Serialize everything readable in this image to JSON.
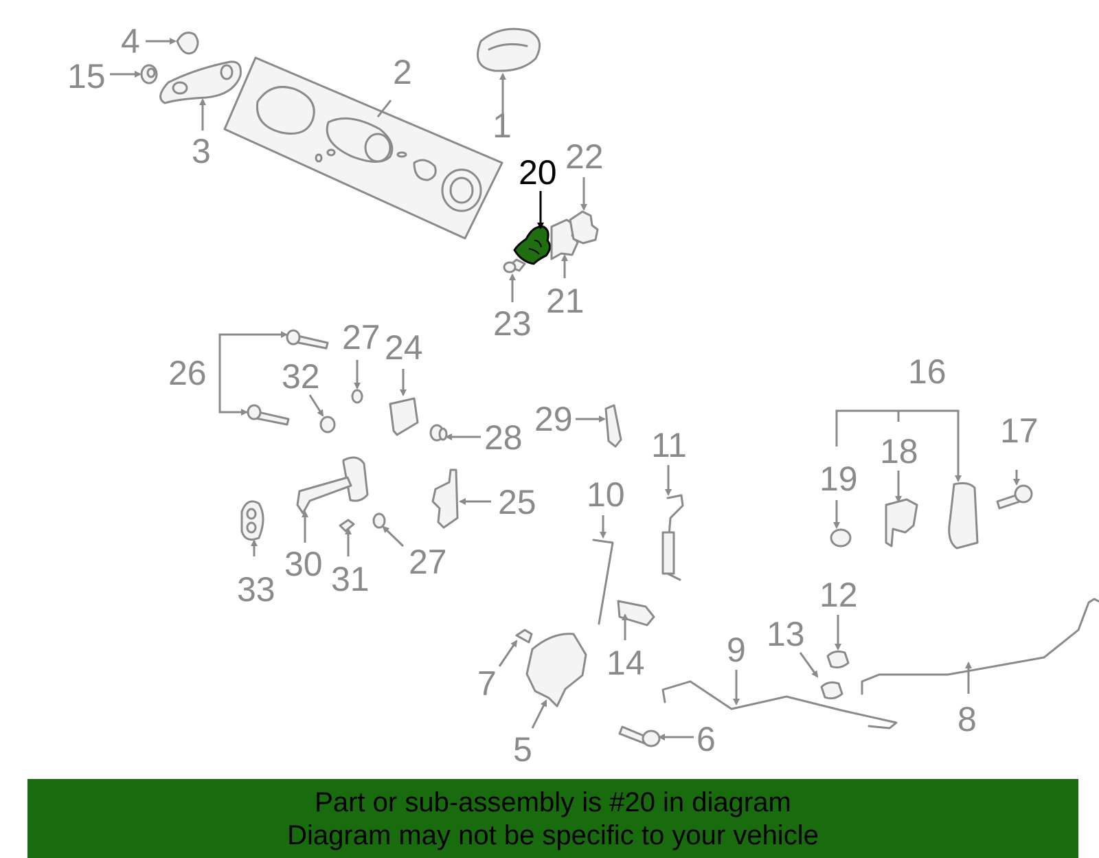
{
  "callouts": {
    "c1": "1",
    "c2": "2",
    "c3": "3",
    "c4": "4",
    "c5": "5",
    "c6": "6",
    "c7": "7",
    "c8": "8",
    "c9": "9",
    "c10": "10",
    "c11": "11",
    "c12": "12",
    "c13": "13",
    "c14": "14",
    "c15": "15",
    "c16": "16",
    "c17": "17",
    "c18": "18",
    "c19": "19",
    "c20": "20",
    "c21": "21",
    "c22": "22",
    "c23": "23",
    "c24": "24",
    "c25": "25",
    "c26": "26",
    "c27a": "27",
    "c27b": "27",
    "c28": "28",
    "c29": "29",
    "c30": "30",
    "c31": "31",
    "c32": "32",
    "c33": "33"
  },
  "highlight": {
    "part_number": "20",
    "color": "#1f6f10"
  },
  "banner": {
    "color": "#186c0e",
    "line1": "Part or sub-assembly is #20 in diagram",
    "line2": "Diagram may not be specific to your vehicle"
  }
}
